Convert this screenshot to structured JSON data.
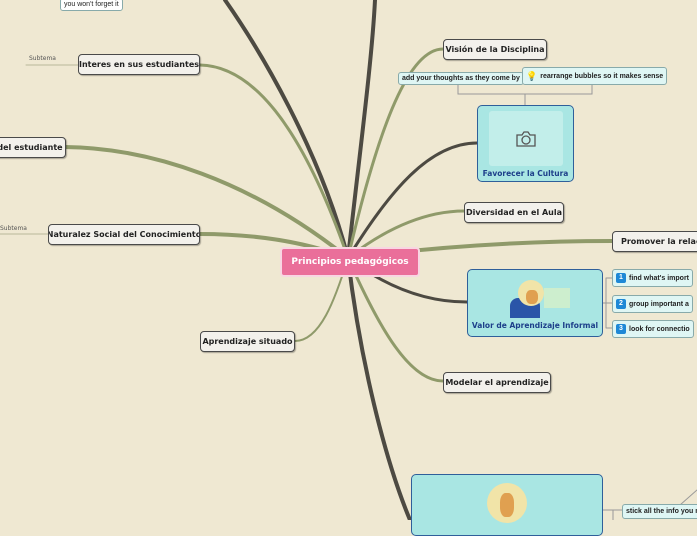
{
  "center": {
    "label": "Principios pedagógicos"
  },
  "top_note": "you won't forget it",
  "left_nodes": [
    {
      "label": "Interes en sus estudiantes",
      "sub": "Subtema"
    },
    {
      "label": "del estudiante"
    },
    {
      "label": "Naturalez Social del Conocimiento",
      "sub": "Subtema"
    },
    {
      "label": "Aprendizaje situado"
    }
  ],
  "right_nodes": {
    "vision": "Visión de la Disciplina",
    "diversidad": "Diversidad en el Aula",
    "promover": "Promover la relació",
    "modelar": "Modelar el aprendizaje"
  },
  "favorecer": {
    "label": "Favorecer la Cultura",
    "icon": "camera-icon",
    "notes": [
      "add your thoughts as they come by",
      "rearrange bubbles so it makes sense"
    ]
  },
  "valor": {
    "label": "Valor de Aprendizaje Informal",
    "steps": [
      {
        "n": "1",
        "text": "find what's import"
      },
      {
        "n": "2",
        "text": "group important a"
      },
      {
        "n": "3",
        "text": "look for connectio"
      }
    ]
  },
  "bottom_note": "stick all the info you ne",
  "colors": {
    "branch_olive": "#8f9a6a",
    "branch_dark": "#4d4a42",
    "center": "#ea6f9a",
    "image_node": "#a9e6e3"
  }
}
